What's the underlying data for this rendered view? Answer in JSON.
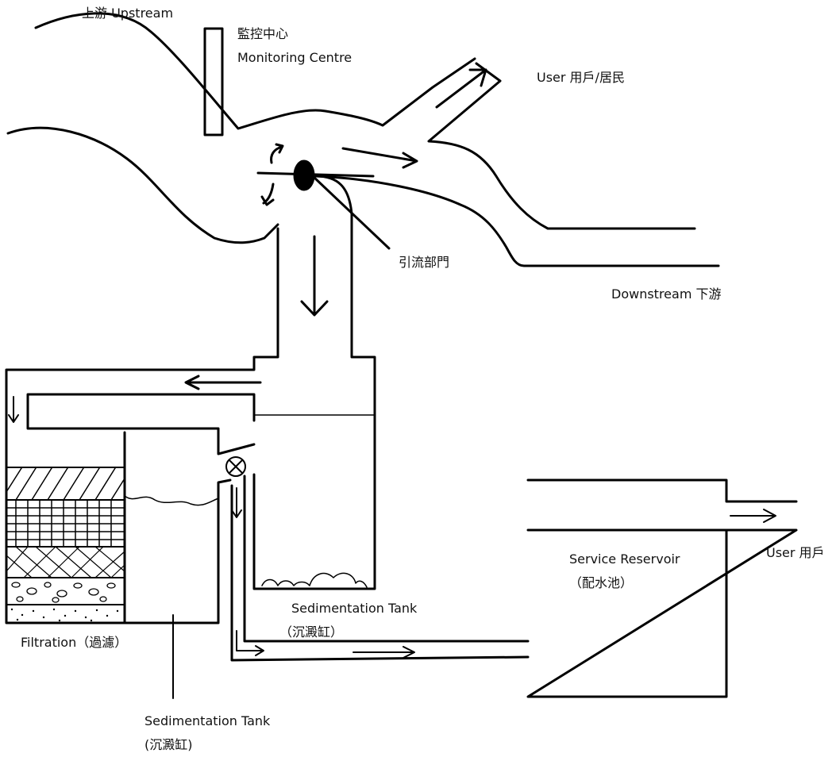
{
  "labels": {
    "upstream": "上游 Upstream",
    "monitoring_zh": "監控中心",
    "monitoring_en": "Monitoring Centre",
    "user_residents": "User 用戶/居民",
    "diversion_gate": "引流部門",
    "downstream": "Downstream 下游",
    "sedimentation_tank_en": "Sedimentation Tank",
    "sedimentation_tank_zh": "（沉澱缸）",
    "filtration": "Filtration（過濾）",
    "sedimentation_tank_2_en": "Sedimentation Tank",
    "sedimentation_tank_2_zh": "(沉澱缸)",
    "service_reservoir_en": "Service Reservoir",
    "service_reservoir_zh": "（配水池）",
    "user_right": "User 用戶"
  },
  "colors": {
    "ink": "#000000",
    "text": "#111111",
    "background": "#ffffff"
  }
}
